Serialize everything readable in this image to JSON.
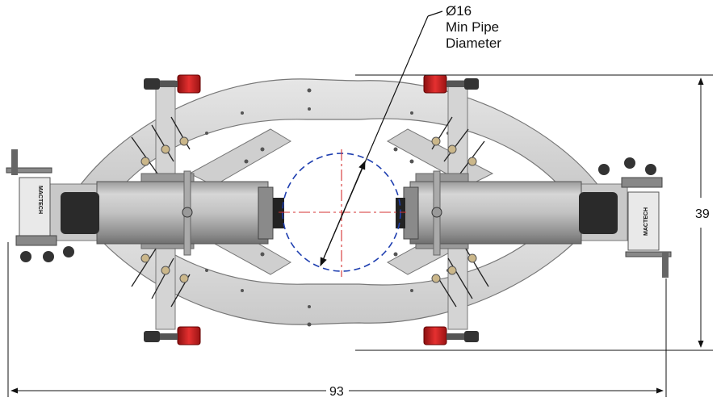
{
  "annotation": {
    "symbol_value": "Ø16",
    "line1": "Min Pipe",
    "line2": "Diameter"
  },
  "dimensions": {
    "width": "93",
    "height": "39"
  },
  "brand_mark": "MACTECH",
  "colors": {
    "frame_light": "#d9d9d9",
    "frame_mid": "#bdbdbd",
    "frame_dark": "#8a8a8a",
    "roller_red": "#d42020",
    "pipe_blue": "#1f3fb0",
    "center_red": "#d43030",
    "dim_line": "#111111"
  }
}
